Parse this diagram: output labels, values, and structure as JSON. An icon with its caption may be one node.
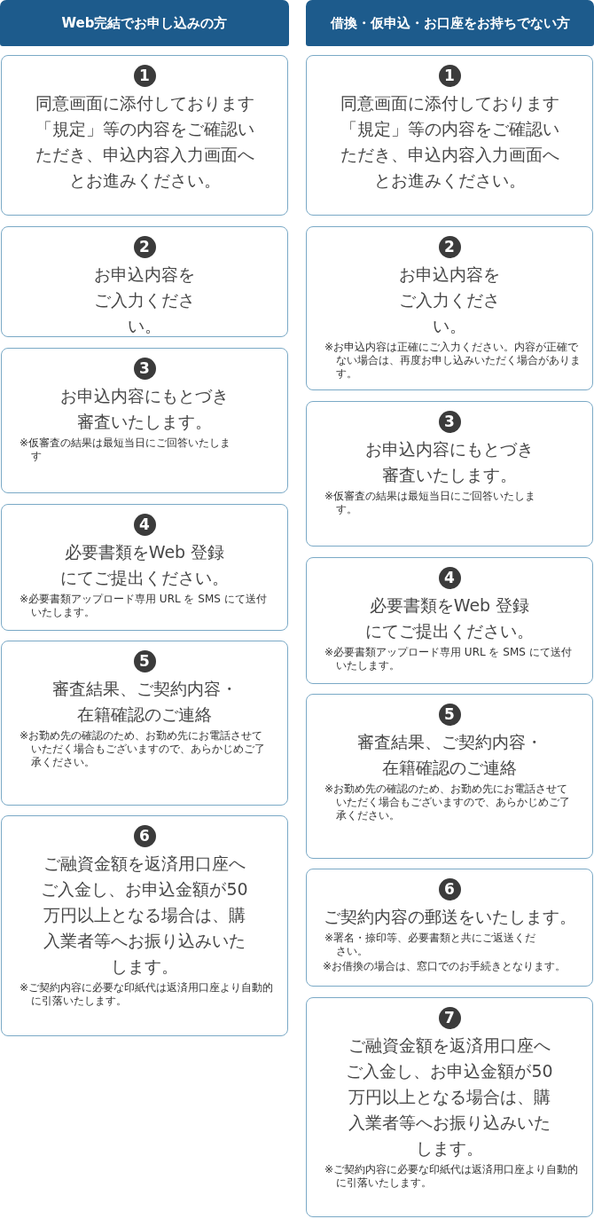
{
  "diagram": {
    "nodes": [
      {
        "text": [
          "Web完結でお申し込みの方"
        ]
      },
      {
        "text": [
          "1",
          "同意画面に添付しております「規定」等の内容をご確認いただき、申込内容入力画面へとお進みください。"
        ]
      },
      {
        "text": [
          "2",
          "お申込内容をご入力ください。"
        ]
      },
      {
        "text": [
          "3",
          "お申込内容にもとづき審査いたします。",
          "※仮審査の結果は最短当日にご回答いたします"
        ]
      },
      {
        "text": [
          "4",
          "必要書類をWeb 登録にてご提出ください。",
          "※必要書類アップロード専用 URL を SMS にて送付いたします。"
        ]
      },
      {
        "text": [
          "5",
          "審査結果、ご契約内容・在籍確認のご連絡",
          "※お勤め先の確認のため、お勤め先にお電話させていただく場合もございますので、あらかじめご了承ください。"
        ]
      },
      {
        "text": [
          "6",
          "ご融資金額を返済用口座へご入金し、お申込金額が50万円以上となる場合は、購入業者等へお振り込みいたします。",
          "※ご契約内容に必要な印紙代は返済用口座より自動的に引落いたします。"
        ]
      },
      {
        "text": [
          "借換・仮申込・お口座をお持ちでない方"
        ]
      },
      {
        "text": [
          "1",
          "同意画面に添付しております「規定」等の内容をご確認いただき、申込内容入力画面へとお進みください。"
        ]
      },
      {
        "text": [
          "2",
          "お申込内容をご入力ください。",
          "※お申込内容は正確にご入力ください。内容が正確でない場合は、再度お申し込みいただく場合があります。"
        ]
      },
      {
        "text": [
          "3",
          "お申込内容にもとづき審査いたします。",
          "※仮審査の結果は最短当日にご回答いたします。"
        ]
      },
      {
        "text": [
          "4",
          "必要書類をWeb 登録にてご提出ください。",
          "※必要書類アップロード専用 URL を SMS にて送付いたします。"
        ]
      },
      {
        "text": [
          "5",
          "審査結果、ご契約内容・在籍確認のご連絡",
          "※お勤め先の確認のため、お勤め先にお電話させていただく場合もございますので、あらかじめご了承ください。"
        ]
      },
      {
        "text": [
          "6",
          "ご契約内容の郵送をいたします。",
          "※署名・捺印等、必要書類と共にご返送ください。",
          "※お借換の場合は、窓口でのお手続きとなります。"
        ]
      },
      {
        "text": [
          "7",
          "ご融資金額を返済用口座へご入金し、お申込金額が50万円以上となる場合は、購入業者等へお振り込みいたします。",
          "※ご契約内容に必要な印紙代は返済用口座より自動的に引落いたします。"
        ]
      }
    ]
  }
}
